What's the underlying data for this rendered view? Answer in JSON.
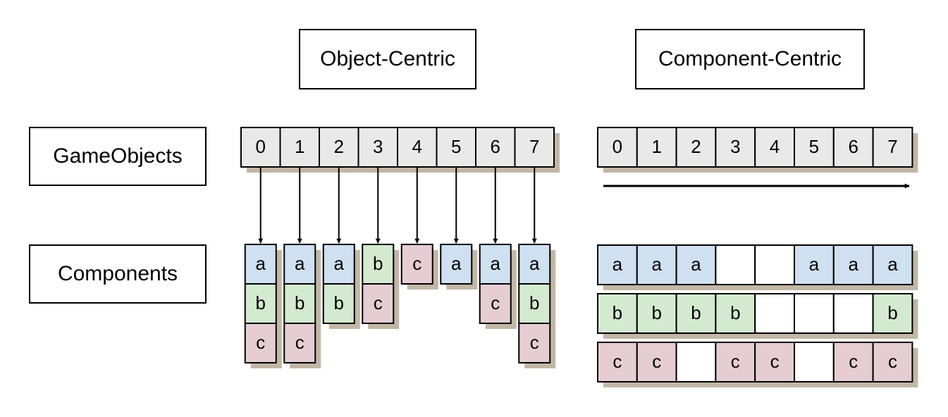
{
  "headers": {
    "object_centric": "Object-Centric",
    "component_centric": "Component-Centric"
  },
  "row_labels": {
    "game_objects": "GameObjects",
    "components": "Components"
  },
  "colors": {
    "a": "#cfe0f1",
    "b": "#d4ead0",
    "c": "#e6cdd3",
    "index": "#e9e9e9",
    "shadow": "#c2b7a6",
    "empty": "#ffffff"
  },
  "indices": [
    "0",
    "1",
    "2",
    "3",
    "4",
    "5",
    "6",
    "7"
  ],
  "object_centric": {
    "stacks": [
      [
        "a",
        "b",
        "c"
      ],
      [
        "a",
        "b",
        "c"
      ],
      [
        "a",
        "b"
      ],
      [
        "b",
        "c"
      ],
      [
        "c"
      ],
      [
        "a"
      ],
      [
        "a",
        "c"
      ],
      [
        "a",
        "b",
        "c"
      ]
    ]
  },
  "component_centric": {
    "rows": [
      [
        "a",
        "a",
        "a",
        "",
        "",
        "a",
        "a",
        "a"
      ],
      [
        "b",
        "b",
        "b",
        "b",
        "",
        "",
        "",
        "b"
      ],
      [
        "c",
        "c",
        "",
        "c",
        "c",
        "",
        "c",
        "c"
      ]
    ]
  }
}
